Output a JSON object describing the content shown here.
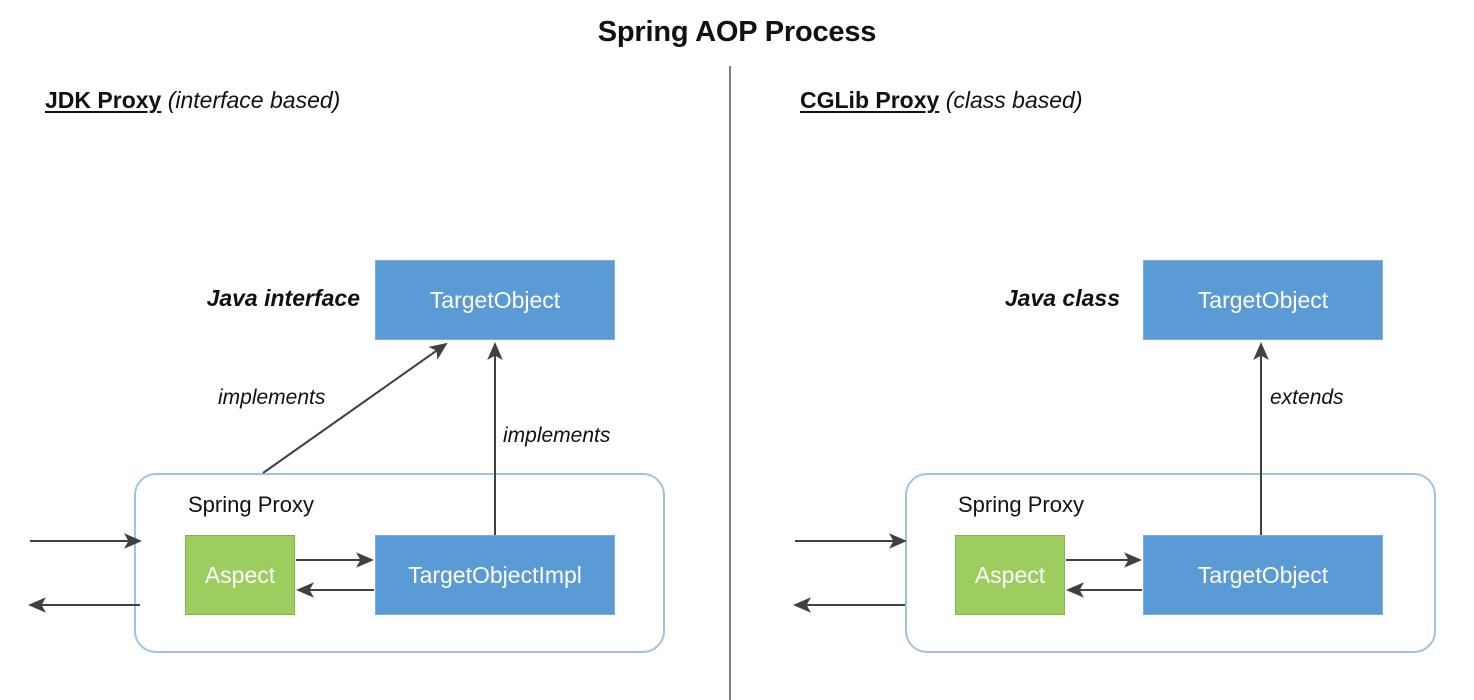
{
  "title": "Spring AOP Process",
  "panels": [
    {
      "id": "jdk",
      "heading_strong": "JDK Proxy",
      "heading_sub": "(interface based)",
      "side_label": "Java interface",
      "top_box": "TargetObject",
      "proxy_label": "Spring Proxy",
      "aspect_box": "Aspect",
      "impl_box": "TargetObjectImpl",
      "edge_label_diagonal": "implements",
      "edge_label_vertical": "implements"
    },
    {
      "id": "cglib",
      "heading_strong": "CGLib Proxy",
      "heading_sub": "(class based)",
      "side_label": "Java class",
      "top_box": "TargetObject",
      "proxy_label": "Spring Proxy",
      "aspect_box": "Aspect",
      "impl_box": "TargetObject",
      "edge_label_vertical": "extends"
    }
  ],
  "colors": {
    "box_blue": "#5B9BD5",
    "box_green": "#9DCC5F",
    "proxy_border": "#9DC3E6",
    "arrow": "#404040",
    "divider": "#808080",
    "text_dark": "#111111",
    "box_text": "#ffffff"
  },
  "icons": {
    "divider": "vertical-divider",
    "arrowhead": "arrowhead-icon"
  }
}
